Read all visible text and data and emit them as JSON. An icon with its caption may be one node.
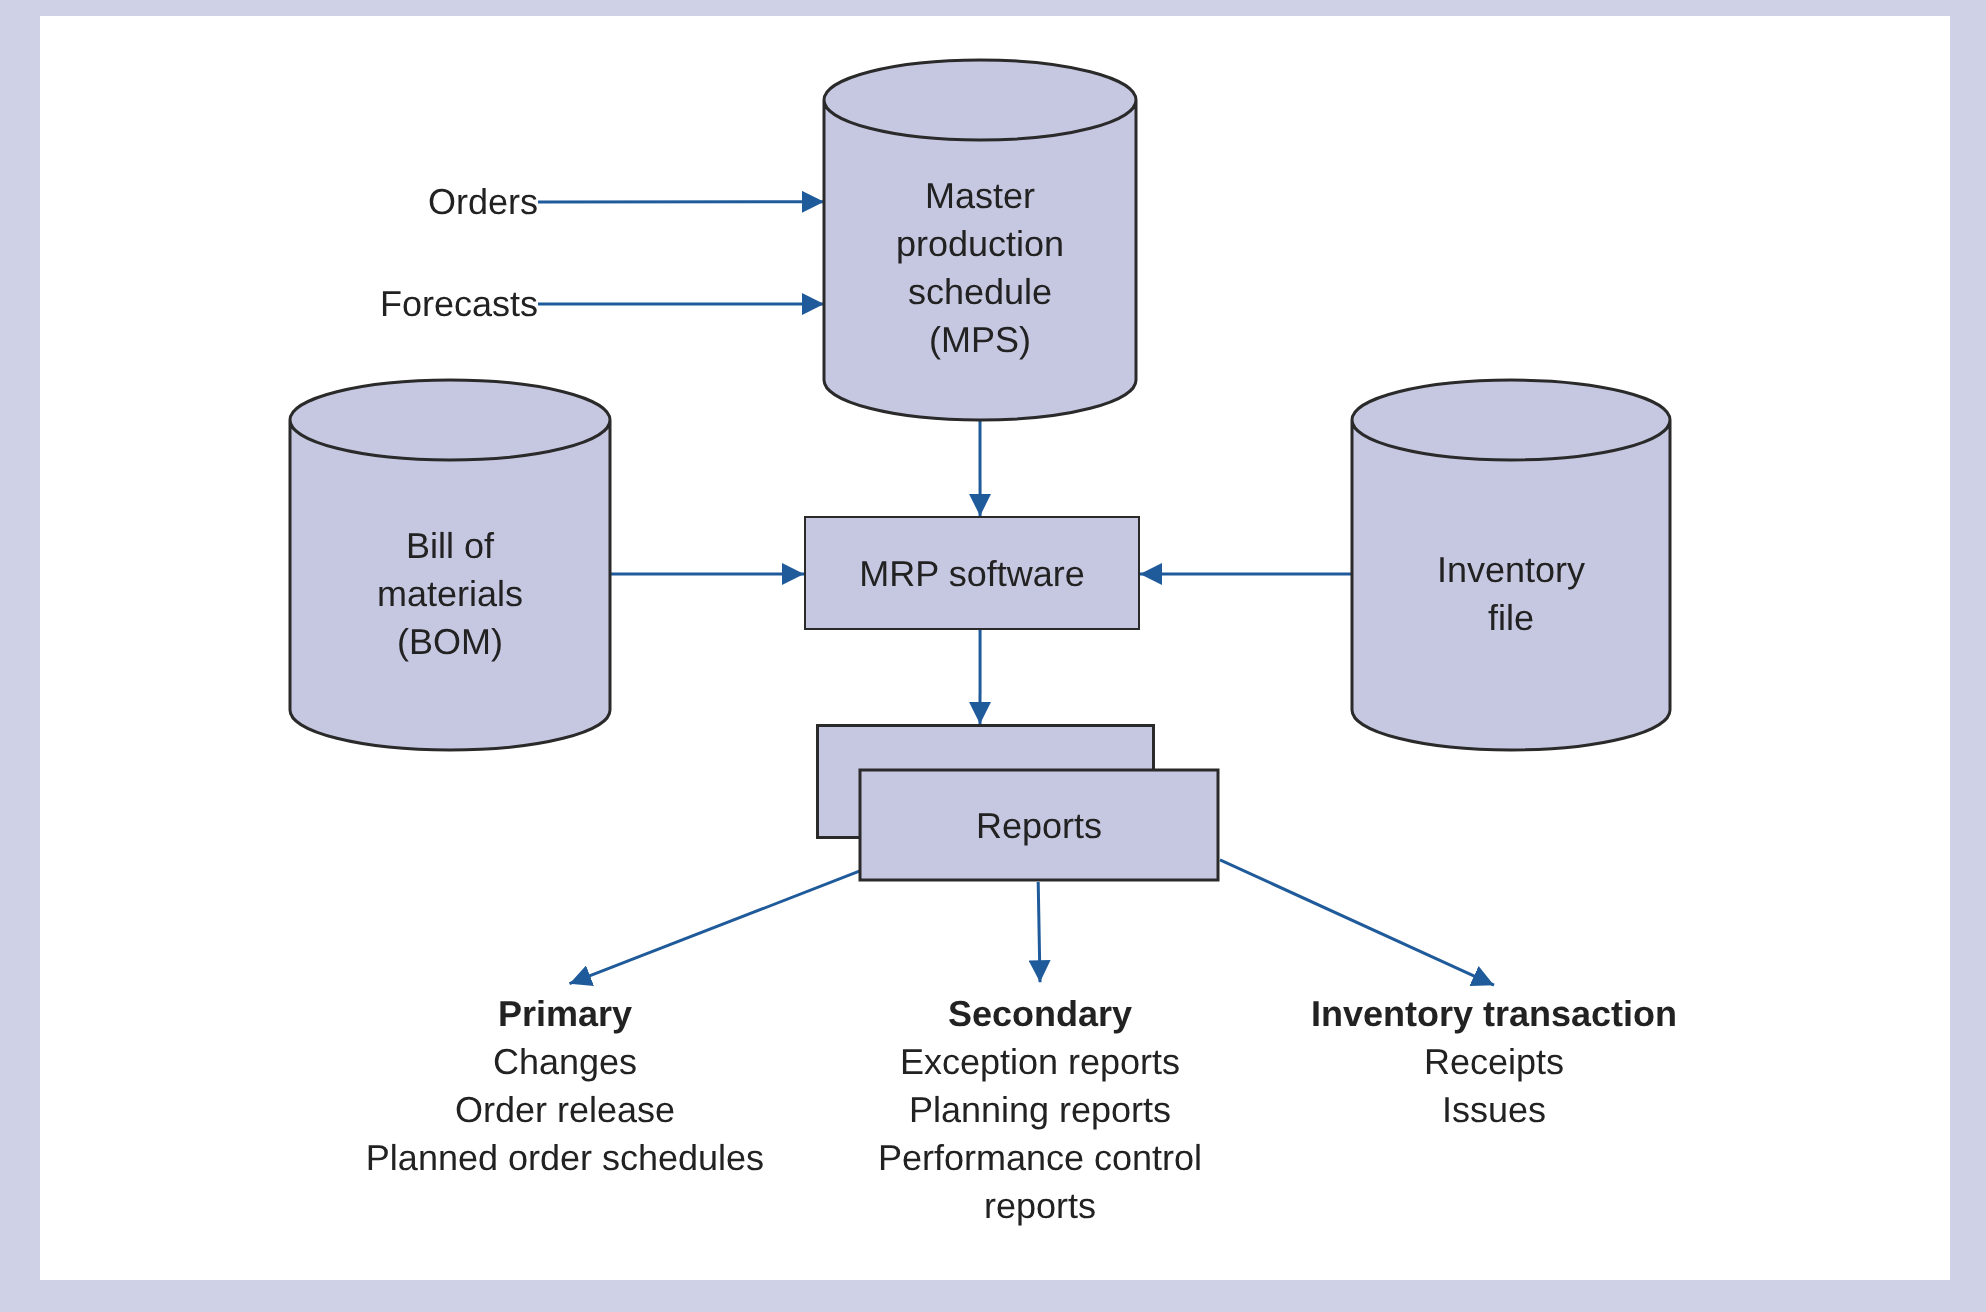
{
  "diagram": {
    "nodes": [
      {
        "text": [
          "Orders"
        ]
      },
      {
        "text": [
          "Forecasts"
        ]
      },
      {
        "text": [
          "Master production schedule (MPS)"
        ]
      },
      {
        "text": [
          "Bill of materials (BOM)"
        ]
      },
      {
        "text": [
          "MRP software"
        ]
      },
      {
        "text": [
          "Inventory file"
        ]
      },
      {
        "text": [
          "Reports"
        ]
      },
      {
        "text": [
          "Primary",
          "Changes",
          "Order release",
          "Planned order schedules"
        ]
      },
      {
        "text": [
          "Secondary",
          "Exception reports",
          "Planning reports",
          "Performance control reports"
        ]
      },
      {
        "text": [
          "Inventory transaction",
          "Receipts",
          "Issues"
        ]
      }
    ],
    "edges": [
      {
        "from": 0,
        "to": 2,
        "arrow": "to"
      },
      {
        "from": 1,
        "to": 2,
        "arrow": "to"
      },
      {
        "from": 2,
        "to": 4,
        "arrow": "to"
      },
      {
        "from": 3,
        "to": 4,
        "arrow": "to"
      },
      {
        "from": 5,
        "to": 4,
        "arrow": "to"
      },
      {
        "from": 4,
        "to": 6,
        "arrow": "to"
      },
      {
        "from": 6,
        "to": 7,
        "arrow": "to"
      },
      {
        "from": 6,
        "to": 8,
        "arrow": "to"
      },
      {
        "from": 6,
        "to": 9,
        "arrow": "to"
      }
    ]
  }
}
